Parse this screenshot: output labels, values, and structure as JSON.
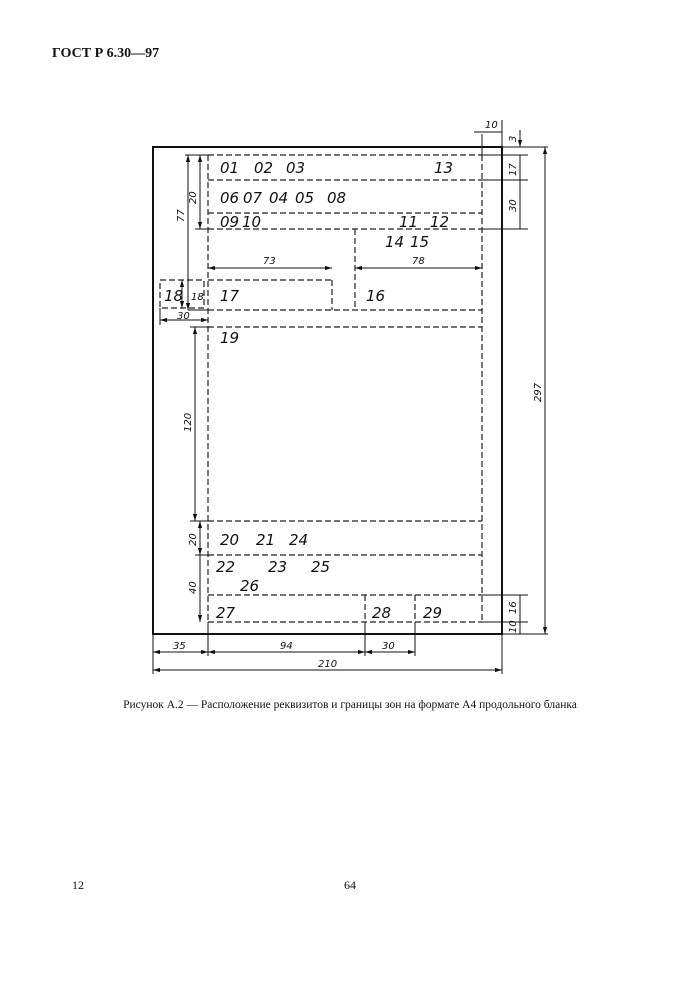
{
  "header": {
    "gost": "ГОСТ Р 6.30—97"
  },
  "zones": {
    "z01": "01",
    "z02": "02",
    "z03": "03",
    "z13": "13",
    "z06": "06",
    "z07": "07",
    "z04": "04",
    "z05": "05",
    "z08": "08",
    "z09": "09",
    "z10": "10",
    "z11": "11",
    "z12": "12",
    "z14": "14",
    "z15": "15",
    "z18a": "18",
    "z18b": "18",
    "z17": "17",
    "z16": "16",
    "z19": "19",
    "z20": "20",
    "z21": "21",
    "z24": "24",
    "z22": "22",
    "z23": "23",
    "z25": "25",
    "z26": "26",
    "z27": "27",
    "z28": "28",
    "z29": "29"
  },
  "dimensions": {
    "d10_top": "10",
    "d3": "3",
    "d17": "17",
    "d30_right": "30",
    "d297": "297",
    "d16": "16",
    "d10_bottom": "10",
    "d77": "77",
    "d20_top": "20",
    "d73": "73",
    "d78": "78",
    "d30_left": "30",
    "d120": "120",
    "d20_bottom": "20",
    "d40": "40",
    "d35": "35",
    "d94": "94",
    "d30_bottom": "30",
    "d210": "210"
  },
  "caption": "Рисунок А.2 — Расположение реквизитов и границы зон на формате А4 продольного бланка",
  "page_number_left": "12",
  "page_number_center": "64"
}
